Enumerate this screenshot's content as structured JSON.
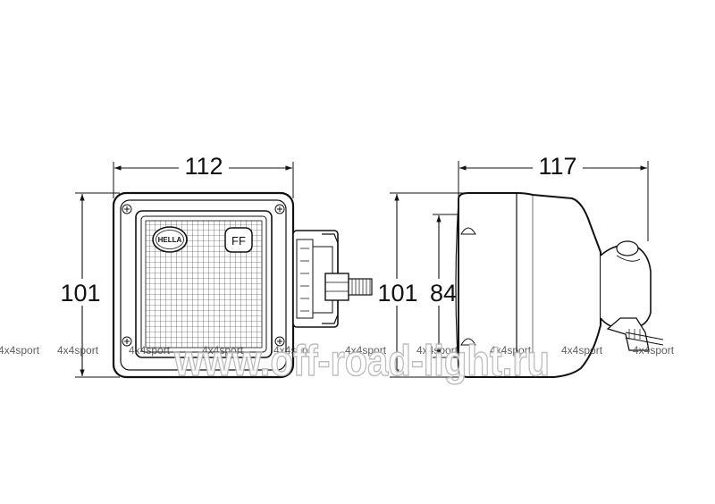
{
  "dimensions": {
    "front_width": "112",
    "front_height": "101",
    "side_depth": "117",
    "side_height": "101",
    "side_inner_height": "84"
  },
  "front_view": {
    "brand_badge": "HELLA",
    "lens_marking": "FF"
  },
  "watermark": {
    "tag": "4x4sport",
    "site": "www.off-road-light.ru"
  },
  "colors": {
    "line": "#111111",
    "watermark": "#b8b8b8"
  }
}
